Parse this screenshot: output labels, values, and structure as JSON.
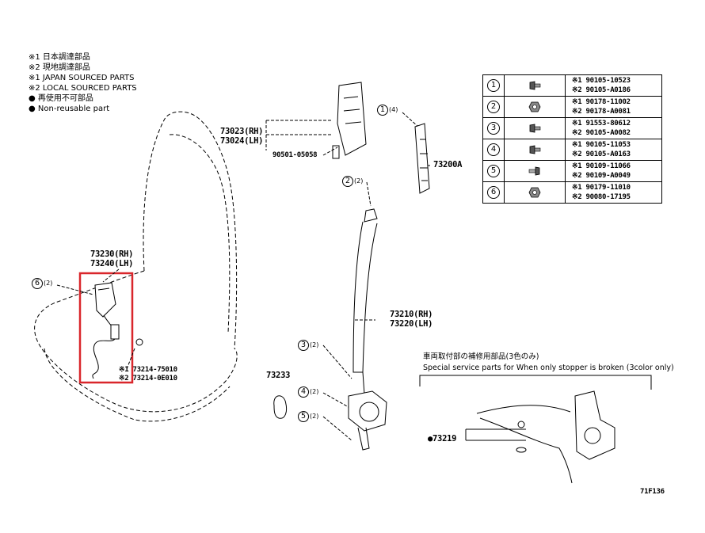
{
  "notes": [
    "※1 日本調達部品",
    "※2 現地調達部品",
    "※1 JAPAN SOURCED PARTS",
    "※2 LOCAL SOURCED PARTS",
    "● 再使用不可部品",
    "● Non-reusable part"
  ],
  "labels": {
    "p73023": "73023(RH)",
    "p73024": "73024(LH)",
    "p90501": "90501-05058",
    "p73200a": "73200A",
    "p73230": "73230(RH)",
    "p73240": "73240(LH)",
    "p73214_1": "※1 73214-75010",
    "p73214_2": "※2 73214-0E010",
    "p73210": "73210(RH)",
    "p73220": "73220(LH)",
    "p73233": "73233",
    "p73219": "●73219",
    "fig_code": "71F136"
  },
  "callouts": {
    "c1": {
      "num": "1",
      "qty": "(4)"
    },
    "c2": {
      "num": "2",
      "qty": "(2)"
    },
    "c3": {
      "num": "3",
      "qty": "(2)"
    },
    "c4": {
      "num": "4",
      "qty": "(2)"
    },
    "c5": {
      "num": "5",
      "qty": "(2)"
    },
    "c6": {
      "num": "6",
      "qty": "(2)"
    }
  },
  "special": {
    "title_jp": "車両取付部の補修用部品(3色のみ)",
    "title_en": "Special service parts for When only stopper is broken (3color only)"
  },
  "parts_table": [
    {
      "num": "1",
      "p1": "※1 90105-10523",
      "p2": "※2 90105-A0186",
      "icon": "flange-bolt-icon"
    },
    {
      "num": "2",
      "p1": "※1 90178-11002",
      "p2": "※2 90178-A0081",
      "icon": "nut-icon"
    },
    {
      "num": "3",
      "p1": "※1 91553-80612",
      "p2": "※2 90105-A0082",
      "icon": "flange-bolt-icon"
    },
    {
      "num": "4",
      "p1": "※1 90105-11053",
      "p2": "※2 90105-A0163",
      "icon": "flange-bolt-icon"
    },
    {
      "num": "5",
      "p1": "※1 90109-11066",
      "p2": "※2 90109-A0049",
      "icon": "stud-bolt-icon"
    },
    {
      "num": "6",
      "p1": "※1 90179-11010",
      "p2": "※2 90080-17195",
      "icon": "nut-icon"
    }
  ],
  "colors": {
    "highlight": "#d9262b",
    "line": "#000000"
  }
}
